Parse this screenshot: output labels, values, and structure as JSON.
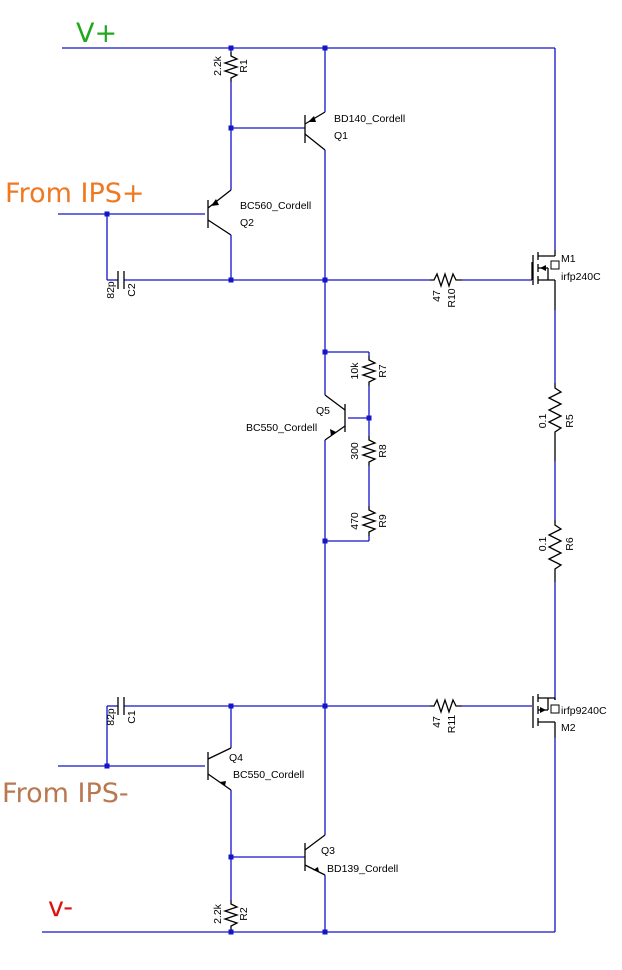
{
  "rails": {
    "vplus": "V+",
    "vminus": "v-"
  },
  "inputs": {
    "ips_plus": "From IPS+",
    "ips_minus": "From IPS-"
  },
  "colors": {
    "wire": "#1414c8",
    "vplus": "#22a81e",
    "vminus": "#e01010",
    "ips_plus": "#f07820",
    "ips_minus": "#b87850"
  },
  "components": {
    "R1": {
      "ref": "R1",
      "value": "2.2k"
    },
    "R2": {
      "ref": "R2",
      "value": "2.2k"
    },
    "R5": {
      "ref": "R5",
      "value": "0.1"
    },
    "R6": {
      "ref": "R6",
      "value": "0.1"
    },
    "R7": {
      "ref": "R7",
      "value": "10k"
    },
    "R8": {
      "ref": "R8",
      "value": "300"
    },
    "R9": {
      "ref": "R9",
      "value": "470"
    },
    "R10": {
      "ref": "R10",
      "value": "47"
    },
    "R11": {
      "ref": "R11",
      "value": "47"
    },
    "C1": {
      "ref": "C1",
      "value": "82p"
    },
    "C2": {
      "ref": "C2",
      "value": "82p"
    },
    "Q1": {
      "ref": "Q1",
      "model": "BD140_Cordell"
    },
    "Q2": {
      "ref": "Q2",
      "model": "BC560_Cordell"
    },
    "Q3": {
      "ref": "Q3",
      "model": "BD139_Cordell"
    },
    "Q4": {
      "ref": "Q4",
      "model": "BC550_Cordell"
    },
    "Q5": {
      "ref": "Q5",
      "model": "BC550_Cordell"
    },
    "M1": {
      "ref": "M1",
      "model": "irfp240C"
    },
    "M2": {
      "ref": "M2",
      "model": "irfp9240C"
    }
  }
}
